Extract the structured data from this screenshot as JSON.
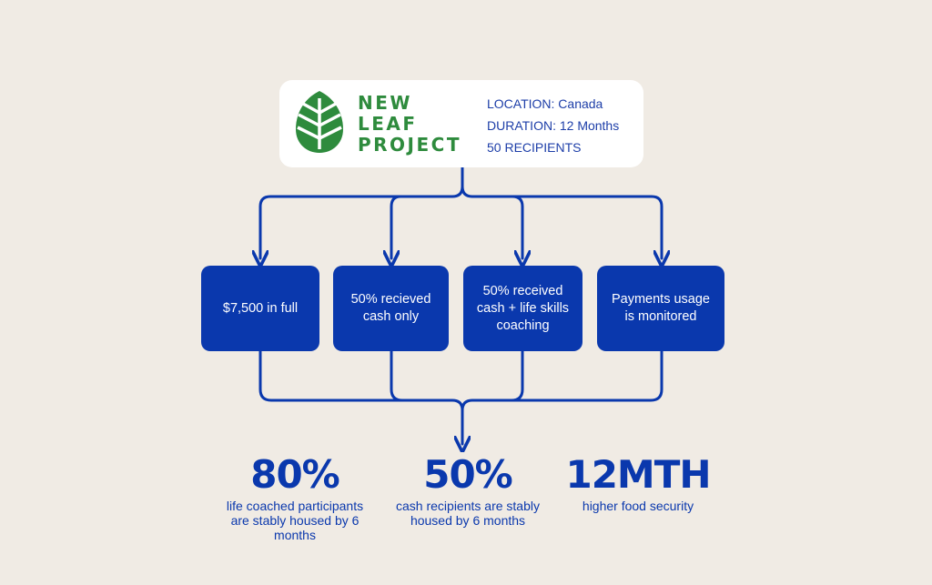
{
  "header": {
    "logo": {
      "icon": "leaf-logo-icon",
      "lines": [
        "NEW",
        "LEAF",
        "PROJECT"
      ],
      "color": "#2e8b3d"
    },
    "location": "LOCATION: Canada",
    "duration": "DURATION: 12 Months",
    "recipients": "50 RECIPIENTS"
  },
  "boxes": [
    {
      "text": "$7,500 in full"
    },
    {
      "text": "50% recieved cash only"
    },
    {
      "text": "50% received cash + life skills coaching"
    },
    {
      "text": "Payments usage is monitored"
    }
  ],
  "stats": [
    {
      "value": "80%",
      "description": "life coached participants are stably housed by 6 months"
    },
    {
      "value": "50%",
      "description": "cash recipients are stably housed by 6 months"
    },
    {
      "value": "12MTH",
      "description": "higher food security"
    }
  ],
  "colors": {
    "background": "#f0ebe4",
    "accent": "#0a38ad",
    "brand_green": "#2e8b3d",
    "card": "#ffffff"
  }
}
